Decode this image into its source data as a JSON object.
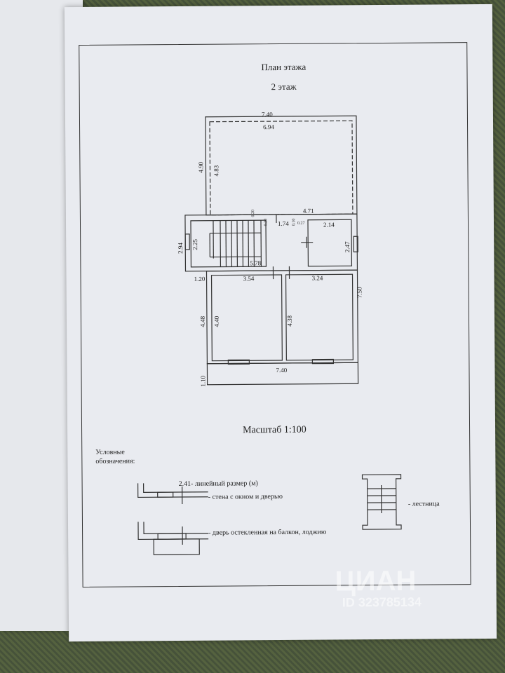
{
  "header": {
    "title": "План  этажа",
    "floor": "2 этаж"
  },
  "plan": {
    "dimensions": {
      "top_outer": "7.40",
      "top_inner": "6.94",
      "left_outer_top": "4.90",
      "left_inner_top": "4.83",
      "mid_right": "4.71",
      "small_a": "0.20",
      "small_b": "0.20",
      "corridor": "1.74",
      "small_c": "0.10",
      "small_d": "0.27",
      "room_small_w": "2.14",
      "room_small_h": "2.47",
      "stair_outer": "2.94",
      "stair_inner": "2.25",
      "corridor_len": "5.78",
      "left_step": "1.20",
      "room1_w": "3.54",
      "room2_w": "3.24",
      "right_total": "7.50",
      "room1_outer_h": "4.48",
      "room1_h": "4.40",
      "room2_h": "4.38",
      "bottom_w": "7.40",
      "balcony_h": "1.10"
    }
  },
  "scale": "Масштаб 1:100",
  "legend": {
    "title_line1": "Условные",
    "title_line2": "обозначения:",
    "linear": "2.41- линейный размер (м)",
    "wall": "- стена с окном и дверью",
    "balcony_door": "-     дверь остекленная на балкон, лоджию",
    "stairs": "- лестница"
  },
  "watermark": {
    "brand": "ЦИАН",
    "id": "ID 323785134"
  }
}
